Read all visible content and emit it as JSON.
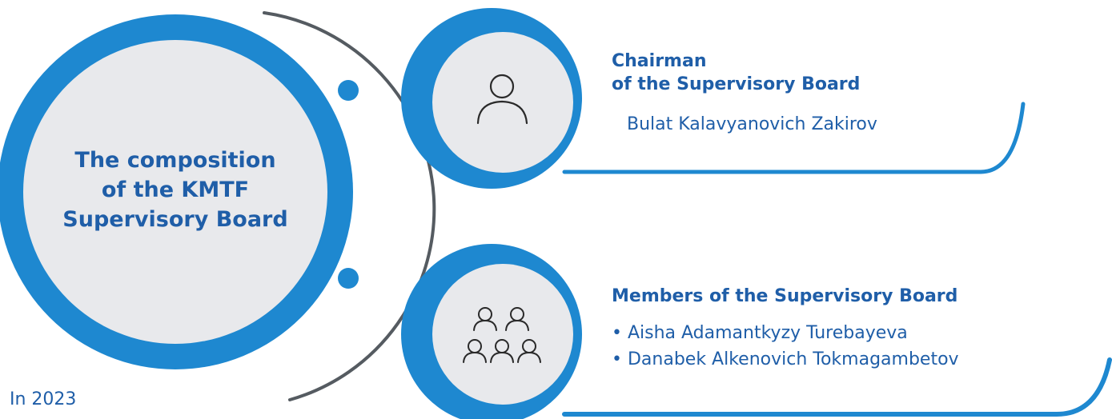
{
  "colors": {
    "accent": "#1e88d0",
    "heading_text": "#1f5ea8",
    "disc_fill": "#e8e9ec",
    "arc_gray": "#555b61"
  },
  "center": {
    "title_lines": [
      "The composition",
      "of the KMTF",
      "Supervisory Board"
    ]
  },
  "chairman": {
    "icon": "person-icon",
    "heading_lines": [
      "Chairman",
      "of the Supervisory Board"
    ],
    "name": "Bulat Kalavyanovich Zakirov"
  },
  "members": {
    "icon": "group-icon",
    "heading": "Members of the Supervisory Board",
    "names": [
      "• Aisha Adamantkyzy Turebayeva",
      "• Danabek Alkenovich Tokmagambetov"
    ]
  },
  "footer": {
    "year_label": "In 2023"
  }
}
